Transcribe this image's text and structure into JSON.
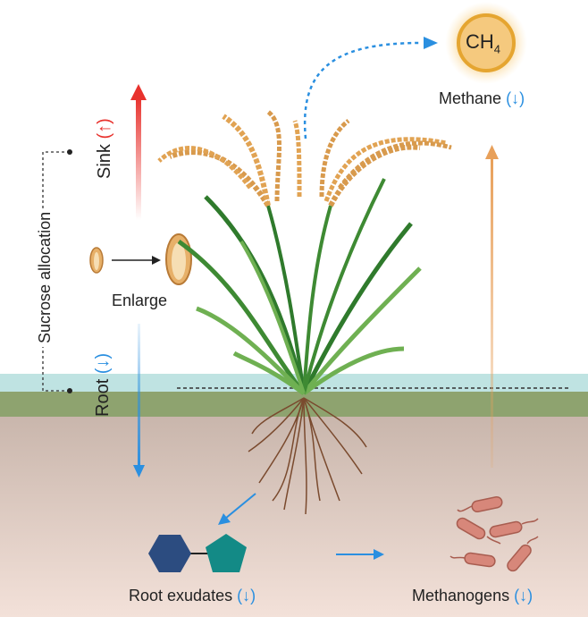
{
  "labels": {
    "sink": "Sink",
    "sink_arrow": "(↑)",
    "sucrose_allocation": "Sucrose allocation",
    "root": "Root",
    "root_arrow": "(↓)",
    "enlarge": "Enlarge",
    "methane": "Methane",
    "methane_arrow": "(↓)",
    "ch4": "CH",
    "ch4_sub": "4",
    "root_exudates": "Root exudates",
    "root_exudates_arrow": "(↓)",
    "methanogens": "Methanogens",
    "methanogens_arrow": "(↓)"
  },
  "colors": {
    "water": "#bfe3e2",
    "soil_band": "#8ea36f",
    "soil_top": "#c7b3a9",
    "soil_bottom": "#f1dcd4",
    "sink_arrow": "#e8322d",
    "root_arrow": "#2a8fe0",
    "methane_arrow": "#e8a05a",
    "sun": "#f5c97e",
    "sun_ring": "#e5a530",
    "hexagon": "#2c4c80",
    "pentagon": "#138a86",
    "bacteria": "#d7877a",
    "leaf_dark": "#2f7a2c",
    "leaf_light": "#6fb052",
    "grain": "#e1a353",
    "root_color": "#7a4a2e"
  }
}
